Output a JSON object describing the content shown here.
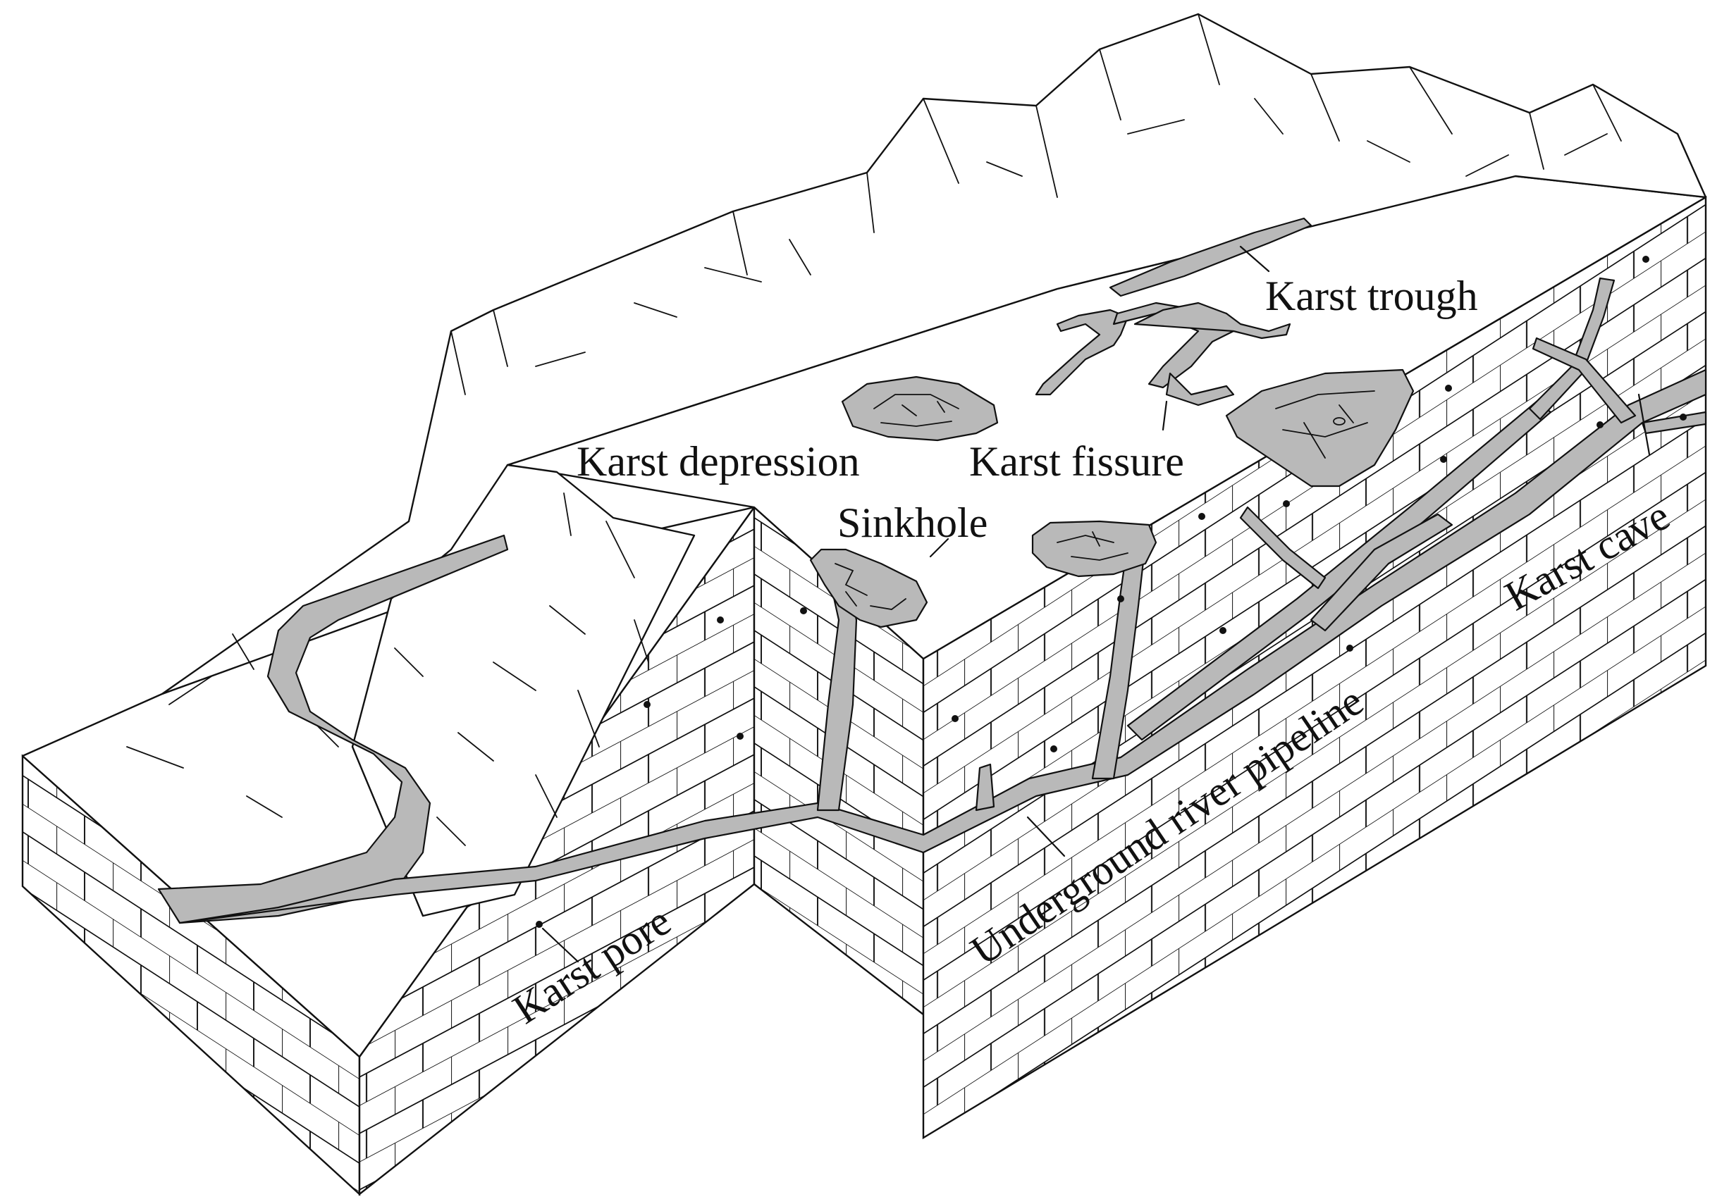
{
  "labels": {
    "karst_trough": "Karst trough",
    "karst_depression": "Karst depression",
    "karst_fissure": "Karst fissure",
    "sinkhole": "Sinkhole",
    "karst_cave": "Karst cave",
    "underground_river_pipeline": "Underground river pipeline",
    "karst_pore": "Karst pore"
  },
  "colors": {
    "feature_fill": "#b9b9b9",
    "line": "#111111",
    "background": "#ffffff"
  }
}
